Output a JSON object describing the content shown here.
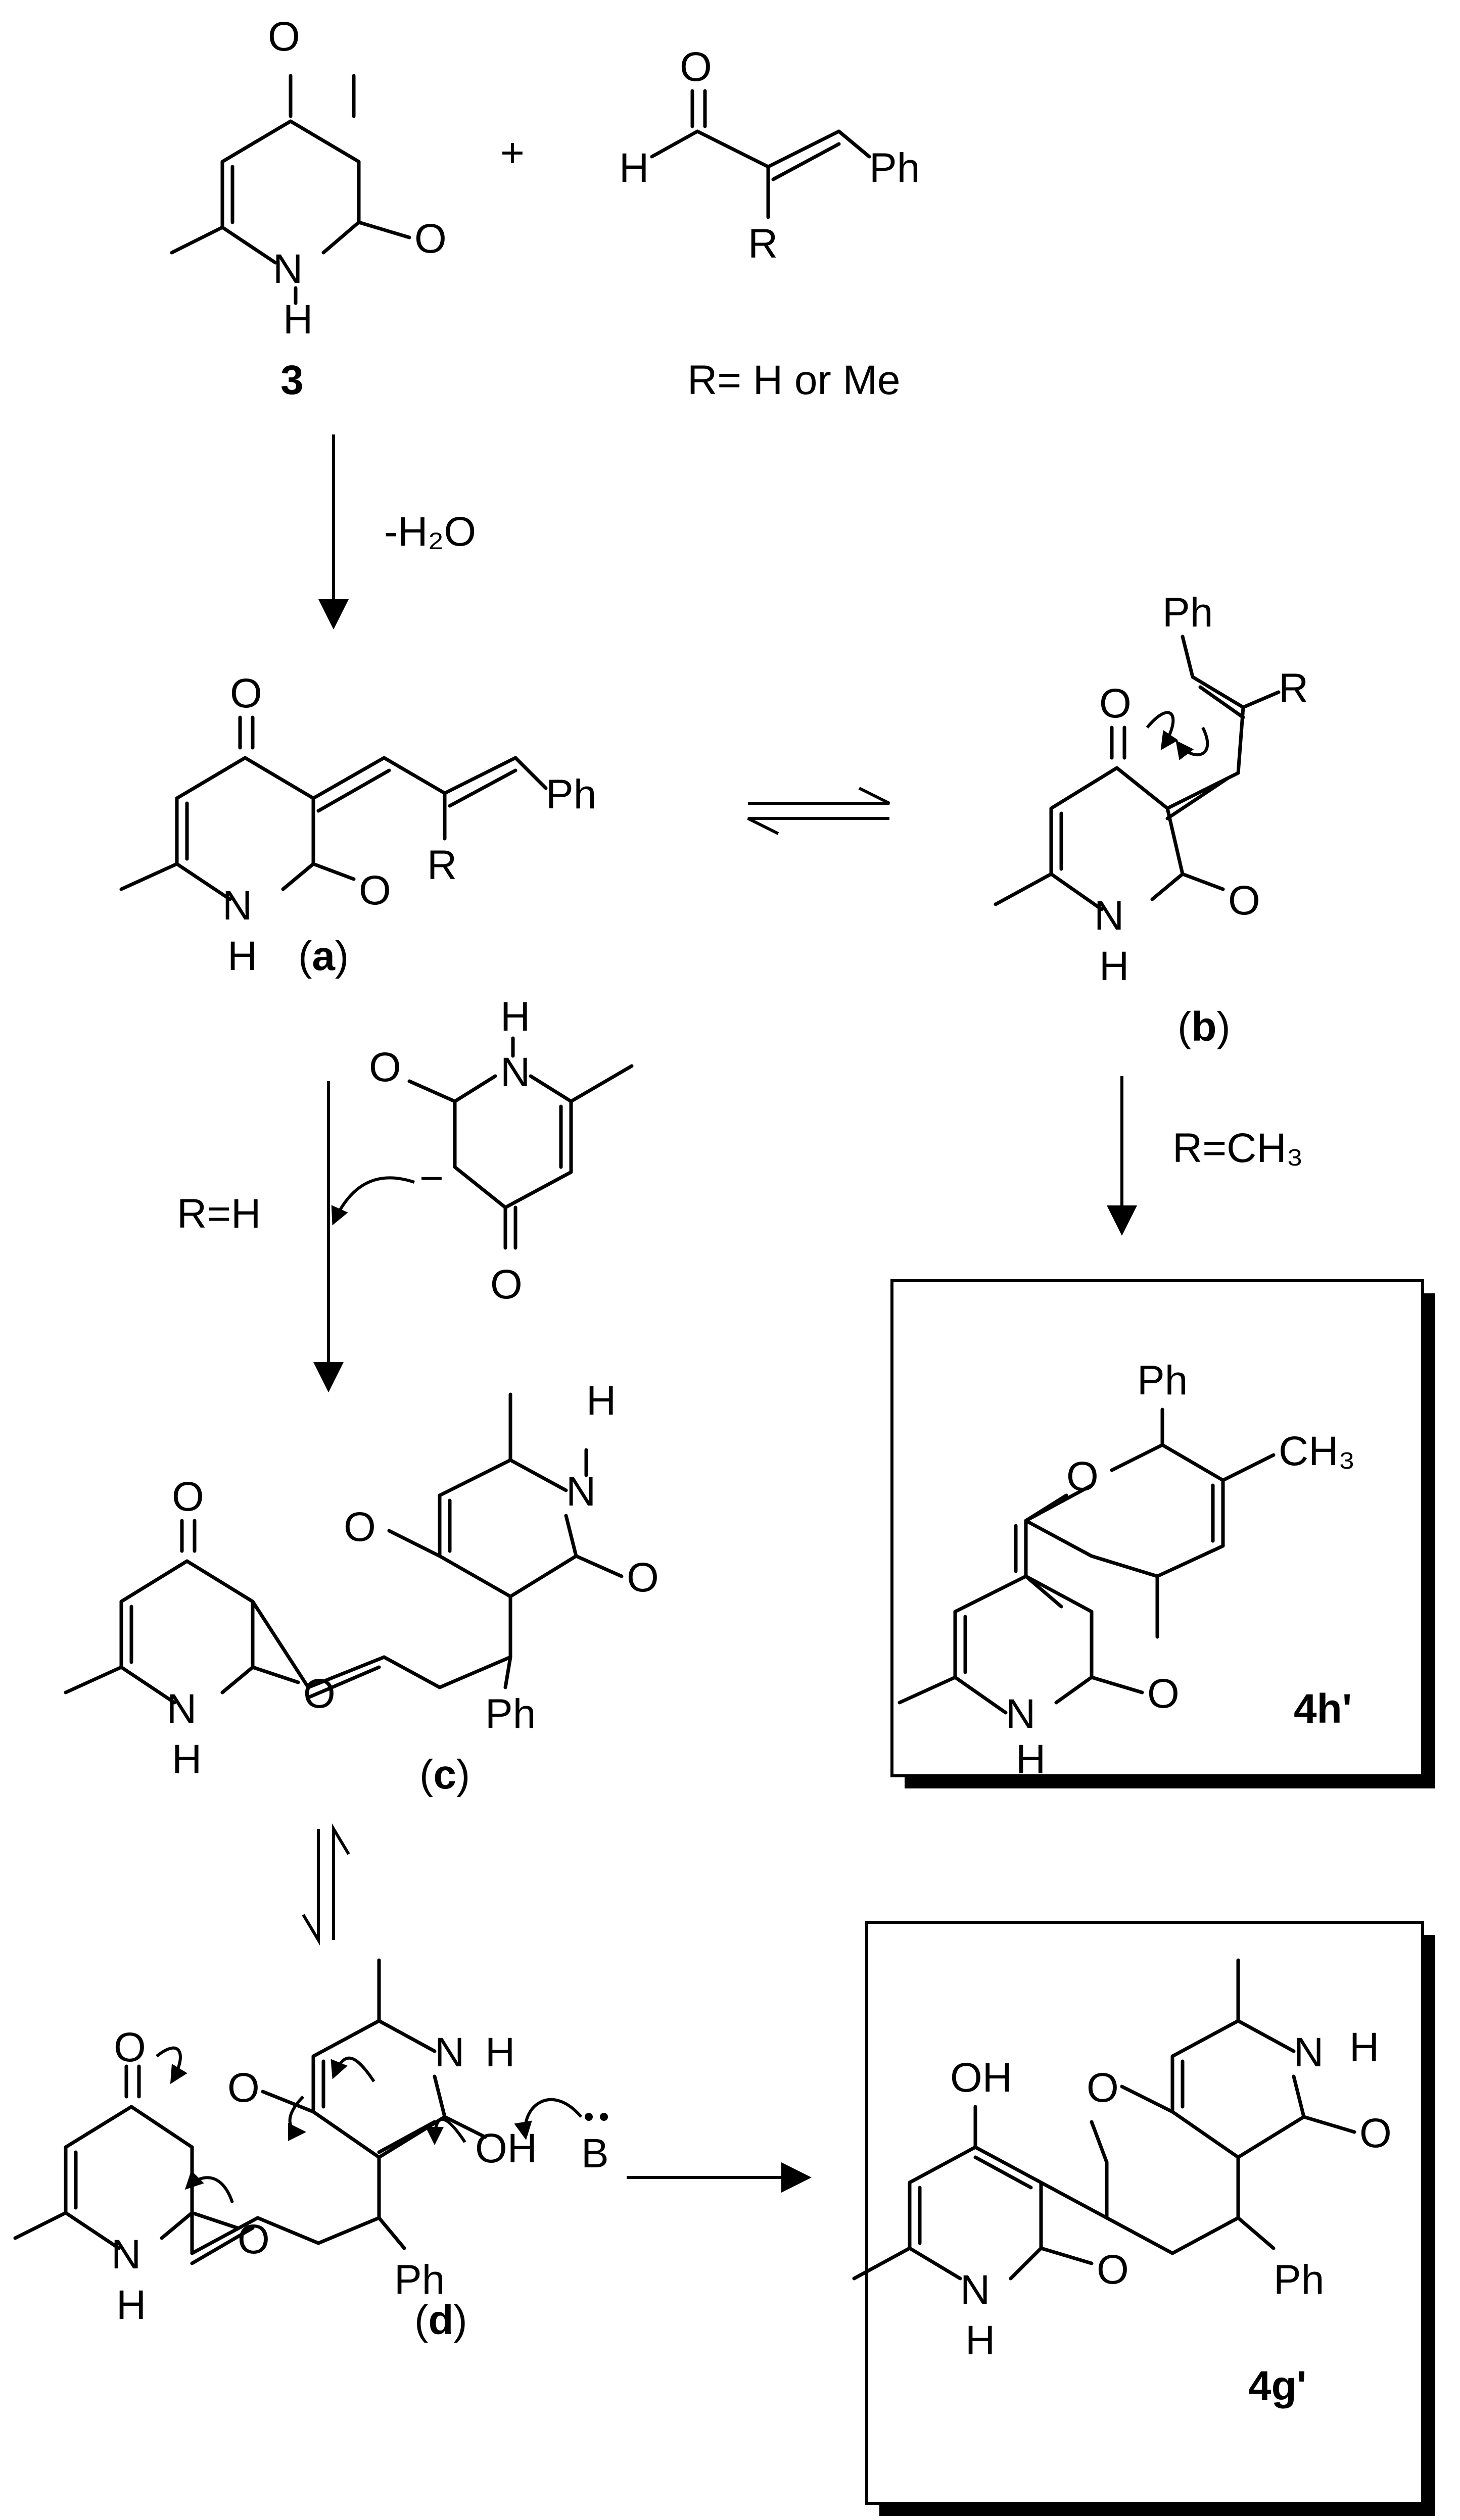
{
  "compounds": {
    "compound_3": {
      "label": "3"
    },
    "aldehyde": {
      "r_definition": "R= H or Me"
    },
    "intermediate_a": {
      "label": "a"
    },
    "intermediate_b": {
      "label": "b"
    },
    "intermediate_c": {
      "label": "c"
    },
    "intermediate_d": {
      "label": "d"
    },
    "product_4h": {
      "label": "4h'"
    },
    "product_4g": {
      "label": "4g'"
    }
  },
  "conditions": {
    "dehydration": "-H₂O",
    "r_h": "R=H",
    "r_ch3": "R=CH₃"
  },
  "atoms": {
    "O": "O",
    "N": "N",
    "H": "H",
    "Ph": "Ph",
    "R": "R",
    "CH3": "CH₃",
    "OH": "OH",
    "B": "B",
    "plus": "+",
    "minus": "−"
  }
}
